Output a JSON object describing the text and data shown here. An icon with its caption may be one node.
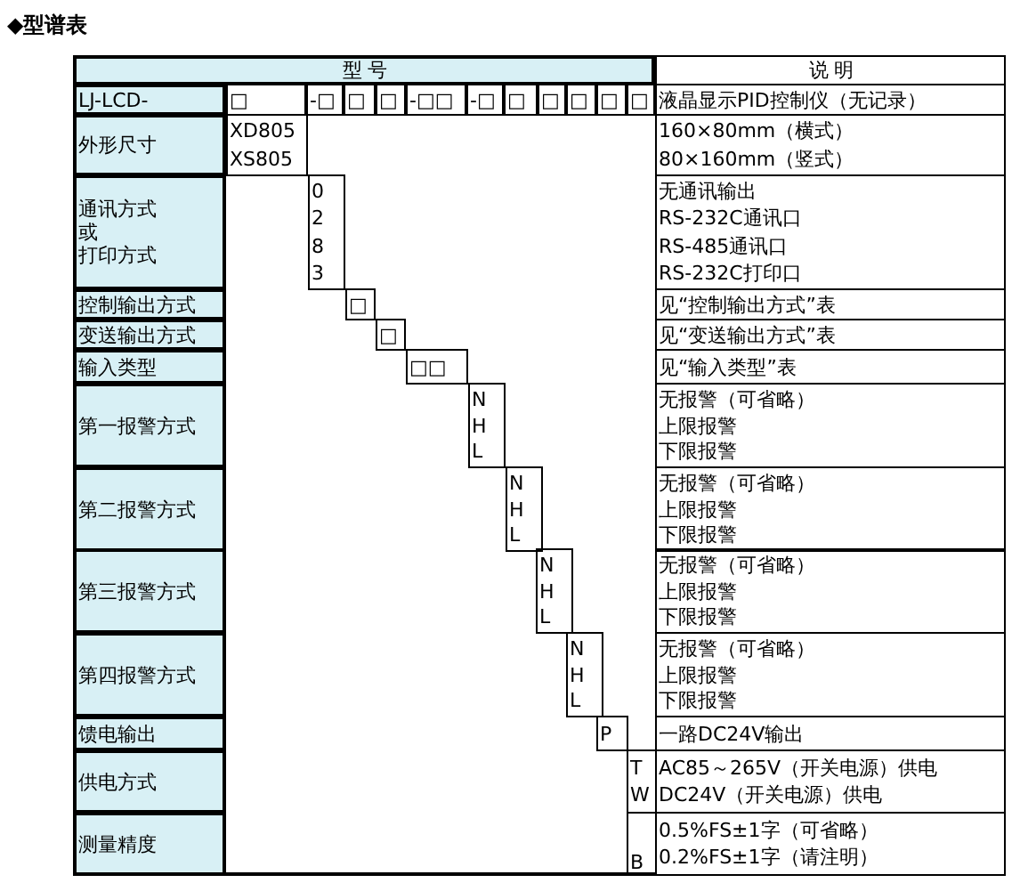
{
  "diagram": {
    "title": "◆型谱表",
    "labels": [
      "型 号",
      "说 明",
      "LJ-LCD-",
      "□",
      "-□",
      "□",
      "□",
      "-□□",
      "-□",
      "□",
      "□",
      "□",
      "□",
      "□",
      "液晶显示PID控制仪（无记录）",
      "外形尺寸",
      "XD805",
      "XS805",
      "160×80mm（横式）",
      "80×160mm（竖式）",
      "通讯方式",
      "或",
      "打印方式",
      "0",
      "2",
      "8",
      "3",
      "无通讯输出",
      "RS-232C通讯口",
      "RS-485通讯口",
      "RS-232C打印口",
      "控制输出方式",
      "□",
      "见“控制输出方式”表",
      "变送输出方式",
      "□",
      "见“变送输出方式”表",
      "输入类型",
      "□□",
      "见“输入类型”表",
      "第一报警方式",
      "N",
      "H",
      "L",
      "无报警（可省略）",
      "上限报警",
      "下限报警",
      "第二报警方式",
      "N",
      "H",
      "L",
      "无报警（可省略）",
      "上限报警",
      "下限报警",
      "第三报警方式",
      "N",
      "H",
      "L",
      "无报警（可省略）",
      "上限报警",
      "下限报警",
      "第四报警方式",
      "N",
      "H",
      "L",
      "无报警（可省略）",
      "上限报警",
      "下限报警",
      "馈电输出",
      "P",
      "一路DC24V输出",
      "供电方式",
      "T",
      "W",
      "AC85～265V（开关电源）供电",
      "DC24V（开关电源）供电",
      "测量精度",
      "B",
      "0.5%FS±1字（可省略）",
      "0.2%FS±1字（请注明）"
    ]
  }
}
